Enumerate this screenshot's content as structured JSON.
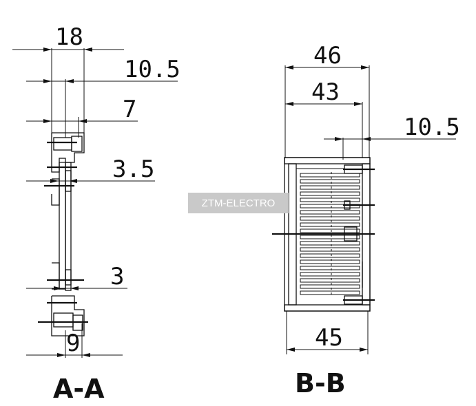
{
  "watermark": "ZTM-ELECTRO",
  "section_aa": {
    "label": "A-A",
    "dims": [
      "18",
      "10.5",
      "7",
      "3.5",
      "3",
      "9"
    ]
  },
  "section_bb": {
    "label": "B-B",
    "dims": [
      "46",
      "43",
      "10.5",
      "45"
    ]
  }
}
